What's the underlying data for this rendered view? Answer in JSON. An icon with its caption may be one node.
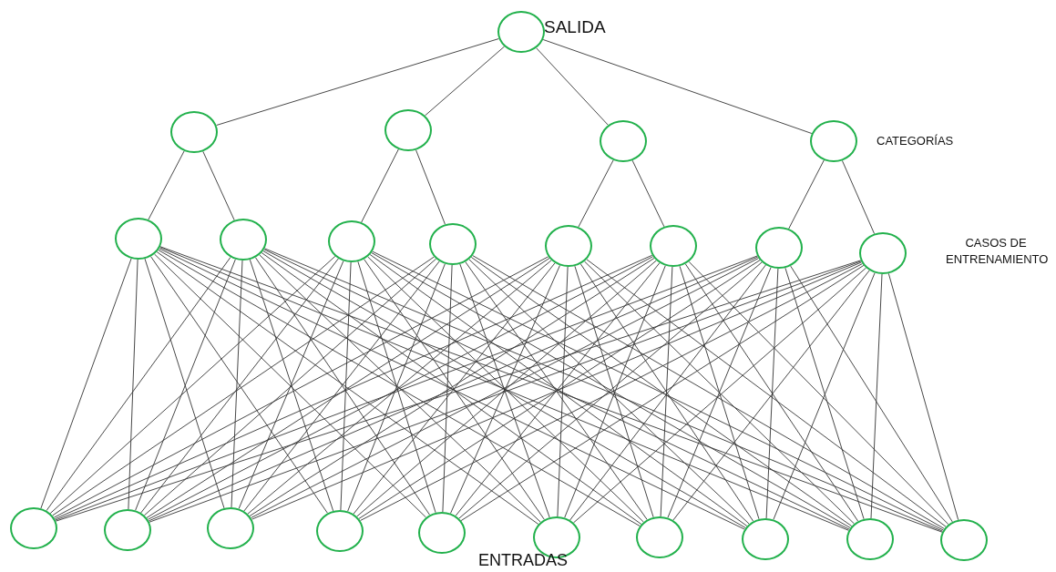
{
  "diagram": {
    "nodes": [
      {
        "text": [],
        "shape": "circle"
      },
      {
        "text": [],
        "shape": "circle"
      },
      {
        "text": [],
        "shape": "circle"
      },
      {
        "text": [],
        "shape": "circle"
      },
      {
        "text": [],
        "shape": "circle"
      },
      {
        "text": [],
        "shape": "circle"
      },
      {
        "text": [],
        "shape": "circle"
      },
      {
        "text": [],
        "shape": "circle"
      },
      {
        "text": [],
        "shape": "circle"
      },
      {
        "text": [],
        "shape": "circle"
      },
      {
        "text": [],
        "shape": "circle"
      },
      {
        "text": [],
        "shape": "circle"
      },
      {
        "text": [],
        "shape": "circle"
      },
      {
        "text": [],
        "shape": "circle"
      },
      {
        "text": [],
        "shape": "circle"
      },
      {
        "text": [],
        "shape": "circle"
      },
      {
        "text": [],
        "shape": "circle"
      },
      {
        "text": [],
        "shape": "circle"
      },
      {
        "text": [],
        "shape": "circle"
      },
      {
        "text": [],
        "shape": "circle"
      },
      {
        "text": [],
        "shape": "circle"
      },
      {
        "text": [],
        "shape": "circle"
      },
      {
        "text": [],
        "shape": "circle"
      }
    ],
    "edges": [
      {
        "from": 0,
        "to": 1,
        "arrow": "none"
      },
      {
        "from": 0,
        "to": 2,
        "arrow": "none"
      },
      {
        "from": 0,
        "to": 3,
        "arrow": "none"
      },
      {
        "from": 0,
        "to": 4,
        "arrow": "none"
      },
      {
        "from": 1,
        "to": 5,
        "arrow": "none"
      },
      {
        "from": 1,
        "to": 6,
        "arrow": "none"
      },
      {
        "from": 2,
        "to": 7,
        "arrow": "none"
      },
      {
        "from": 2,
        "to": 8,
        "arrow": "none"
      },
      {
        "from": 3,
        "to": 9,
        "arrow": "none"
      },
      {
        "from": 3,
        "to": 10,
        "arrow": "none"
      },
      {
        "from": 4,
        "to": 11,
        "arrow": "none"
      },
      {
        "from": 4,
        "to": 12,
        "arrow": "none"
      },
      {
        "from": 5,
        "to": 13,
        "arrow": "none"
      },
      {
        "from": 5,
        "to": 14,
        "arrow": "none"
      },
      {
        "from": 5,
        "to": 15,
        "arrow": "none"
      },
      {
        "from": 5,
        "to": 16,
        "arrow": "none"
      },
      {
        "from": 5,
        "to": 17,
        "arrow": "none"
      },
      {
        "from": 5,
        "to": 18,
        "arrow": "none"
      },
      {
        "from": 5,
        "to": 19,
        "arrow": "none"
      },
      {
        "from": 5,
        "to": 20,
        "arrow": "none"
      },
      {
        "from": 5,
        "to": 21,
        "arrow": "none"
      },
      {
        "from": 5,
        "to": 22,
        "arrow": "none"
      },
      {
        "from": 6,
        "to": 13,
        "arrow": "none"
      },
      {
        "from": 6,
        "to": 14,
        "arrow": "none"
      },
      {
        "from": 6,
        "to": 15,
        "arrow": "none"
      },
      {
        "from": 6,
        "to": 16,
        "arrow": "none"
      },
      {
        "from": 6,
        "to": 17,
        "arrow": "none"
      },
      {
        "from": 6,
        "to": 18,
        "arrow": "none"
      },
      {
        "from": 6,
        "to": 19,
        "arrow": "none"
      },
      {
        "from": 6,
        "to": 20,
        "arrow": "none"
      },
      {
        "from": 6,
        "to": 21,
        "arrow": "none"
      },
      {
        "from": 6,
        "to": 22,
        "arrow": "none"
      },
      {
        "from": 7,
        "to": 13,
        "arrow": "none"
      },
      {
        "from": 7,
        "to": 14,
        "arrow": "none"
      },
      {
        "from": 7,
        "to": 15,
        "arrow": "none"
      },
      {
        "from": 7,
        "to": 16,
        "arrow": "none"
      },
      {
        "from": 7,
        "to": 17,
        "arrow": "none"
      },
      {
        "from": 7,
        "to": 18,
        "arrow": "none"
      },
      {
        "from": 7,
        "to": 19,
        "arrow": "none"
      },
      {
        "from": 7,
        "to": 20,
        "arrow": "none"
      },
      {
        "from": 7,
        "to": 21,
        "arrow": "none"
      },
      {
        "from": 7,
        "to": 22,
        "arrow": "none"
      },
      {
        "from": 8,
        "to": 13,
        "arrow": "none"
      },
      {
        "from": 8,
        "to": 14,
        "arrow": "none"
      },
      {
        "from": 8,
        "to": 15,
        "arrow": "none"
      },
      {
        "from": 8,
        "to": 16,
        "arrow": "none"
      },
      {
        "from": 8,
        "to": 17,
        "arrow": "none"
      },
      {
        "from": 8,
        "to": 18,
        "arrow": "none"
      },
      {
        "from": 8,
        "to": 19,
        "arrow": "none"
      },
      {
        "from": 8,
        "to": 20,
        "arrow": "none"
      },
      {
        "from": 8,
        "to": 21,
        "arrow": "none"
      },
      {
        "from": 8,
        "to": 22,
        "arrow": "none"
      },
      {
        "from": 9,
        "to": 13,
        "arrow": "none"
      },
      {
        "from": 9,
        "to": 14,
        "arrow": "none"
      },
      {
        "from": 9,
        "to": 15,
        "arrow": "none"
      },
      {
        "from": 9,
        "to": 16,
        "arrow": "none"
      },
      {
        "from": 9,
        "to": 17,
        "arrow": "none"
      },
      {
        "from": 9,
        "to": 18,
        "arrow": "none"
      },
      {
        "from": 9,
        "to": 19,
        "arrow": "none"
      },
      {
        "from": 9,
        "to": 20,
        "arrow": "none"
      },
      {
        "from": 9,
        "to": 21,
        "arrow": "none"
      },
      {
        "from": 9,
        "to": 22,
        "arrow": "none"
      },
      {
        "from": 10,
        "to": 13,
        "arrow": "none"
      },
      {
        "from": 10,
        "to": 14,
        "arrow": "none"
      },
      {
        "from": 10,
        "to": 15,
        "arrow": "none"
      },
      {
        "from": 10,
        "to": 16,
        "arrow": "none"
      },
      {
        "from": 10,
        "to": 17,
        "arrow": "none"
      },
      {
        "from": 10,
        "to": 18,
        "arrow": "none"
      },
      {
        "from": 10,
        "to": 19,
        "arrow": "none"
      },
      {
        "from": 10,
        "to": 20,
        "arrow": "none"
      },
      {
        "from": 10,
        "to": 21,
        "arrow": "none"
      },
      {
        "from": 10,
        "to": 22,
        "arrow": "none"
      },
      {
        "from": 11,
        "to": 13,
        "arrow": "none"
      },
      {
        "from": 11,
        "to": 14,
        "arrow": "none"
      },
      {
        "from": 11,
        "to": 15,
        "arrow": "none"
      },
      {
        "from": 11,
        "to": 16,
        "arrow": "none"
      },
      {
        "from": 11,
        "to": 17,
        "arrow": "none"
      },
      {
        "from": 11,
        "to": 18,
        "arrow": "none"
      },
      {
        "from": 11,
        "to": 19,
        "arrow": "none"
      },
      {
        "from": 11,
        "to": 20,
        "arrow": "none"
      },
      {
        "from": 11,
        "to": 21,
        "arrow": "none"
      },
      {
        "from": 11,
        "to": 22,
        "arrow": "none"
      },
      {
        "from": 12,
        "to": 13,
        "arrow": "none"
      },
      {
        "from": 12,
        "to": 14,
        "arrow": "none"
      },
      {
        "from": 12,
        "to": 15,
        "arrow": "none"
      },
      {
        "from": 12,
        "to": 16,
        "arrow": "none"
      },
      {
        "from": 12,
        "to": 17,
        "arrow": "none"
      },
      {
        "from": 12,
        "to": 18,
        "arrow": "none"
      },
      {
        "from": 12,
        "to": 19,
        "arrow": "none"
      },
      {
        "from": 12,
        "to": 20,
        "arrow": "none"
      },
      {
        "from": 12,
        "to": 21,
        "arrow": "none"
      },
      {
        "from": 12,
        "to": 22,
        "arrow": "none"
      }
    ],
    "labels": [
      "SALIDA",
      "CATEGORÍAS",
      "CASOS DE ENTRENAMIENTO",
      "ENTRADAS"
    ]
  }
}
